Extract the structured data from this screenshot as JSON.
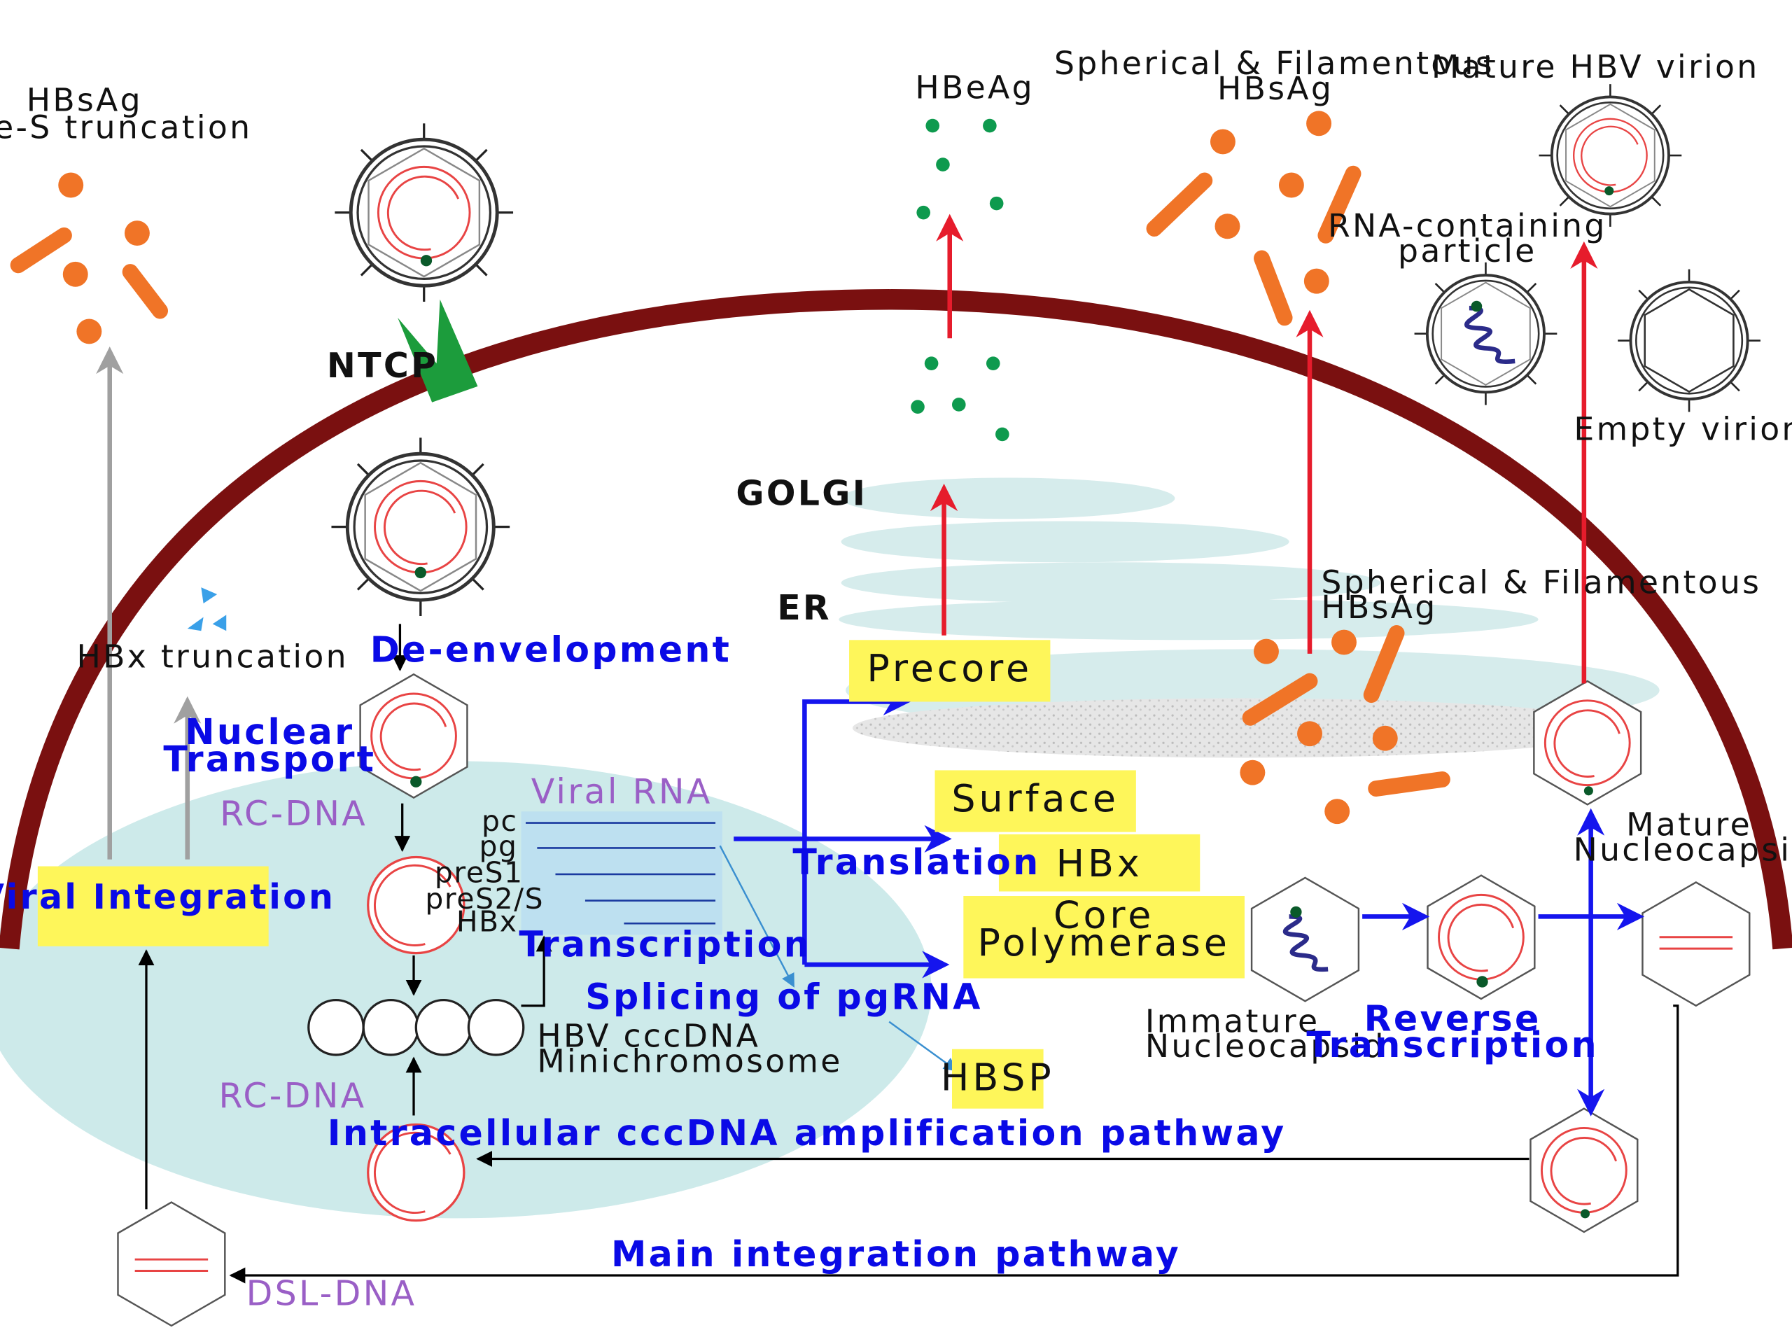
{
  "labels": {
    "hbsag_top_left": "HBsAg",
    "pres_truncation": "Pre-S truncation",
    "hbeag": "HBeAg",
    "spherical_top_1": "Spherical & Filamentous",
    "spherical_top_2": "HBsAg",
    "mature_virion": "Mature HBV virion",
    "rna_particle_1": "RNA-containing",
    "rna_particle_2": "particle",
    "empty_virion": "Empty virion",
    "ntcp": "NTCP",
    "golgi": "GOLGI",
    "er": "ER",
    "spherical_mid_1": "Spherical & Filamentous",
    "spherical_mid_2": "HBsAg",
    "hbx_truncation": "HBx truncation",
    "de_envelopment": "De-envelopment",
    "nuclear_transport_1": "Nuclear",
    "nuclear_transport_2": "Transport",
    "rc_dna_1": "RC-DNA",
    "viral_rna": "Viral RNA",
    "translation": "Translation",
    "transcription": "Transcription",
    "splicing": "Splicing of pgRNA",
    "cccdna_1": "HBV cccDNA",
    "cccdna_2": "Minichromosome",
    "rc_dna_2": "RC-DNA",
    "mature_nucleocapsid_1": "Mature",
    "mature_nucleocapsid_2": "Nucleocapsid",
    "immature_nucleocapsid_1": "Immature",
    "immature_nucleocapsid_2": "Nucleocapsid",
    "reverse_transcription_1": "Reverse",
    "reverse_transcription_2": "Transcription",
    "amplification": "Intracellular cccDNA amplification pathway",
    "main_integration": "Main integration pathway",
    "dsl_dna": "DSL-DNA"
  },
  "rna_list": [
    "pc",
    "pg",
    "preS1",
    "preS2/S",
    "HBx"
  ],
  "boxes": {
    "precore": "Precore",
    "surface": "Surface",
    "hbx": "HBx",
    "core_1": "Core",
    "core_2": "Polymerase",
    "hbsp": "HBSP",
    "viral_integration": "Viral Integration"
  },
  "colors": {
    "membrane": "#7a1010",
    "nucleus": "#cdeaea",
    "protein": "#f07427",
    "hbeag": "#0e9a4e",
    "ntcp": "#1c9c3c",
    "box": "#fef65a",
    "process_arrow": "#1515ee",
    "secretion_arrow": "#e61c2c",
    "integration_arrow": "#a0a0a0"
  }
}
